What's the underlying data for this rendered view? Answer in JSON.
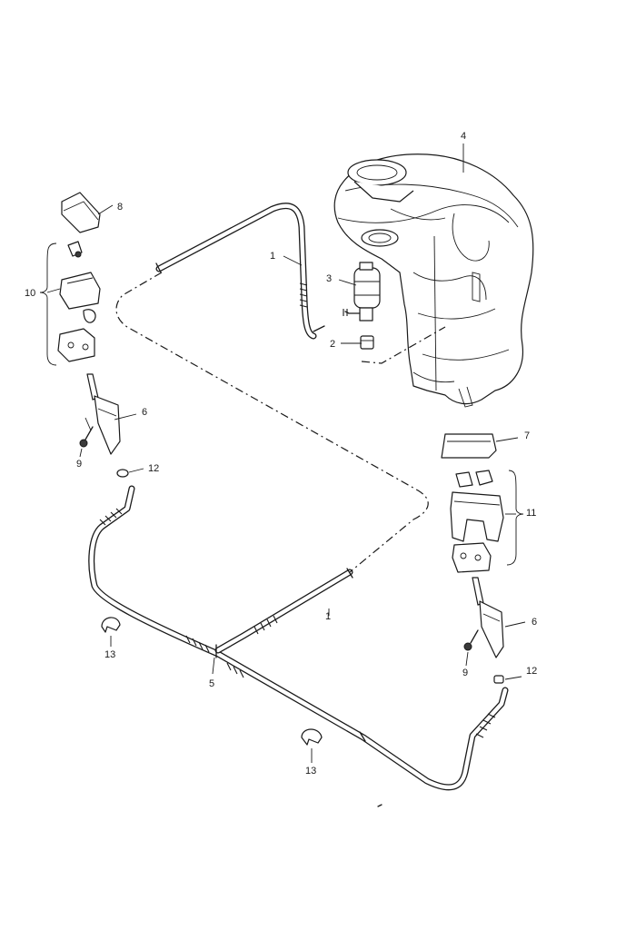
{
  "callouts": {
    "c1a": "1",
    "c1b": "1",
    "c2": "2",
    "c3": "3",
    "c4": "4",
    "c5": "5",
    "c6a": "6",
    "c6b": "6",
    "c7": "7",
    "c8": "8",
    "c9a": "9",
    "c9b": "9",
    "c10": "10",
    "c11": "11",
    "c12a": "12",
    "c12b": "12",
    "c13a": "13",
    "c13b": "13"
  }
}
